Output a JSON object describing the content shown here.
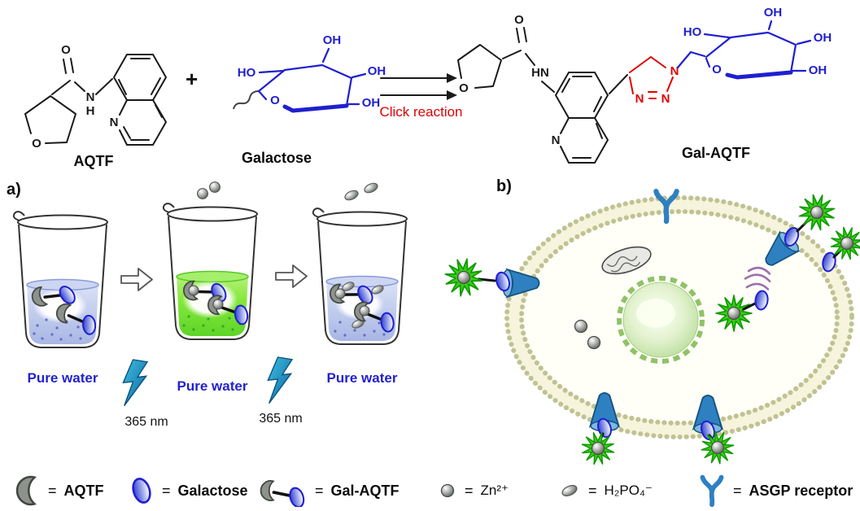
{
  "colors": {
    "structure_black": "#1a1a1a",
    "sugar_blue": "#1f1fd0",
    "reaction_red": "#e00000",
    "water_text_blue": "#2222cc",
    "probe_green": "#35d011",
    "receptor_blue": "#2e80c1",
    "zinc_gray": "#8d928c",
    "fluorescence_green_liquid": "#86e93c"
  },
  "scheme": {
    "plus": "+",
    "reaction_label": "Click reaction",
    "aqtf": {
      "label": "AQTF",
      "atoms": {
        "ring_o": "O",
        "carbonyl_o": "O",
        "amide_n": "N",
        "amide_h": "H",
        "quinoline_n": "N"
      }
    },
    "galactose": {
      "label": "Galactose",
      "atoms": {
        "ho": "HO",
        "oh_top": "OH",
        "oh_right": "OH",
        "oh_bottom": "OH",
        "ring_o": "O"
      }
    },
    "gal_aqtf": {
      "label": "Gal-AQTF",
      "atoms": {
        "ring_o": "O",
        "carbonyl_o": "O",
        "amide_hn": "HN",
        "quinoline_n": "N",
        "triazole_n1": "N",
        "triazole_n2": "N",
        "triazole_n3": "N",
        "ho": "HO",
        "oh_top": "OH",
        "oh_right": "OH",
        "oh_bottom": "OH",
        "sugar_ring_o": "O"
      }
    }
  },
  "panel_a": {
    "label": "a)",
    "beaker_captions": [
      "Pure water",
      "Pure water",
      "Pure water"
    ],
    "uv_labels": [
      "365 nm",
      "365 nm"
    ]
  },
  "panel_b": {
    "label": "b)"
  },
  "legend": {
    "equals": "=",
    "items": [
      {
        "id": "aqtf",
        "label": "AQTF"
      },
      {
        "id": "galactose",
        "label": "Galactose"
      },
      {
        "id": "gal-aqtf",
        "label": "Gal-AQTF"
      },
      {
        "id": "zn",
        "label": "Zn²⁺"
      },
      {
        "id": "phosphate",
        "label": "H₂PO₄⁻"
      },
      {
        "id": "asgp-receptor",
        "label": "ASGP receptor"
      }
    ]
  }
}
